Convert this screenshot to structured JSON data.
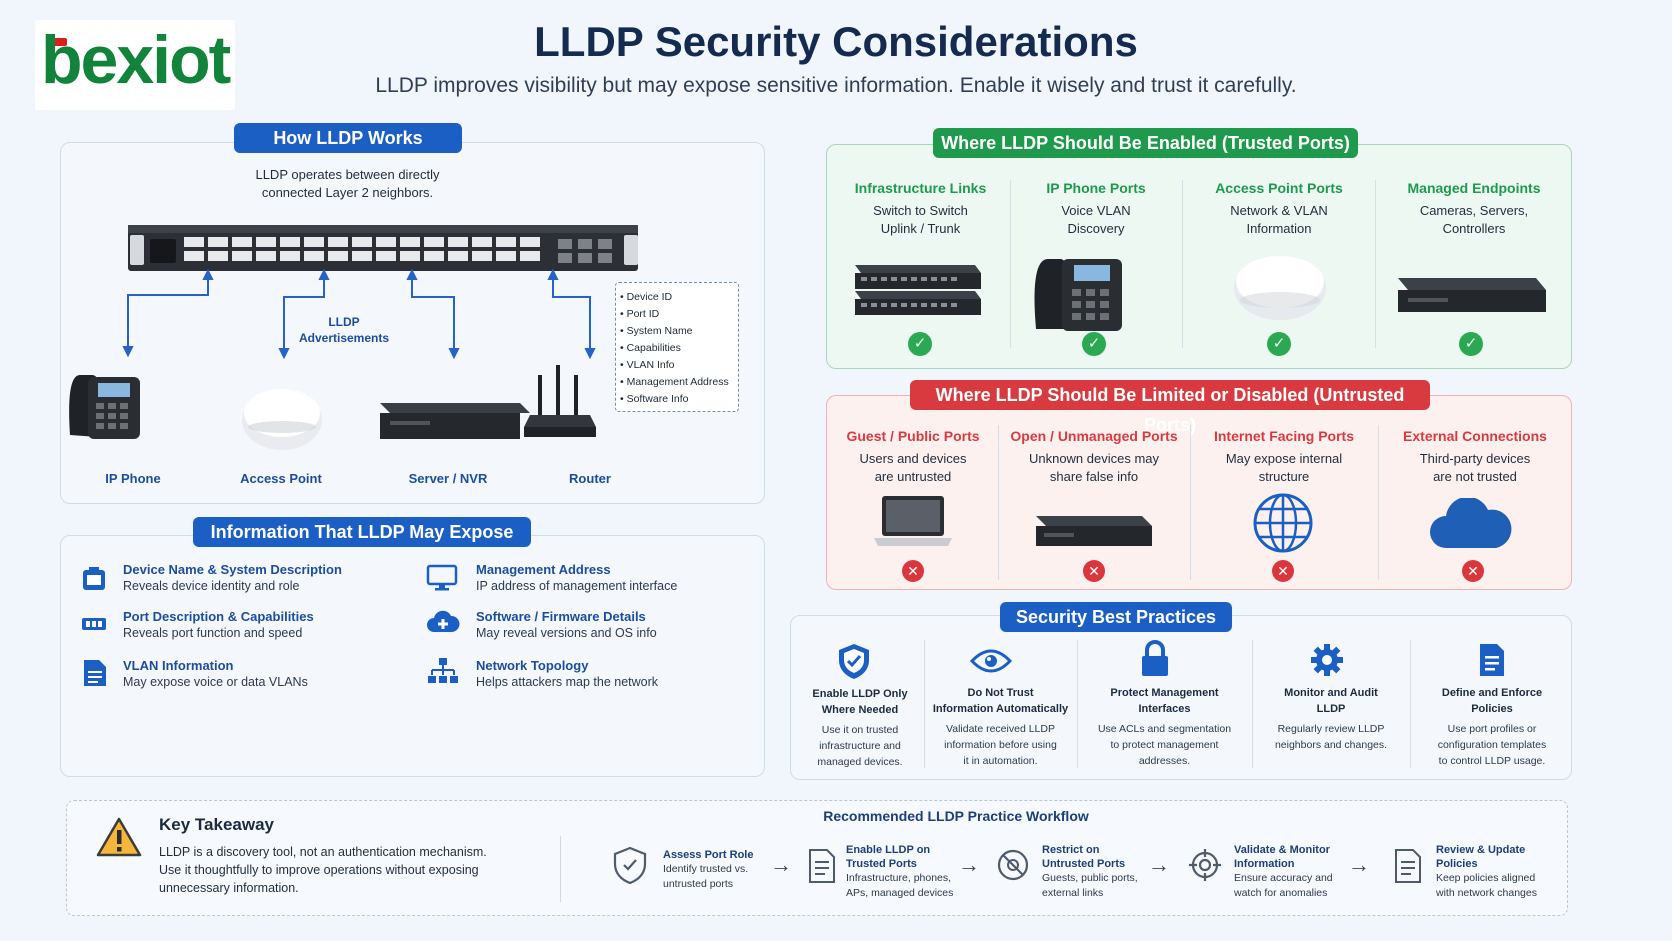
{
  "header": {
    "logo_text": "bexiot",
    "title": "LLDP Security Considerations",
    "subtitle": "LLDP improves visibility but may expose sensitive information. Enable it wisely and trust it carefully."
  },
  "how": {
    "heading": "How LLDP Works",
    "description_line1": "LLDP operates between directly",
    "description_line2": "connected Layer 2 neighbors.",
    "adv_line1": "LLDP",
    "adv_line2": "Advertisements",
    "attributes": [
      "Device ID",
      "Port ID",
      "System Name",
      "Capabilities",
      "VLAN Info",
      "Management Address",
      "Software Info"
    ],
    "devices": [
      "IP Phone",
      "Access Point",
      "Server / NVR",
      "Router"
    ]
  },
  "trusted": {
    "heading": "Where LLDP Should Be Enabled (Trusted Ports)",
    "columns": [
      {
        "title": "Infrastructure Links",
        "line1": "Switch to Switch",
        "line2": "Uplink / Trunk"
      },
      {
        "title": "IP Phone Ports",
        "line1": "Voice VLAN",
        "line2": "Discovery"
      },
      {
        "title": "Access Point Ports",
        "line1": "Network & VLAN",
        "line2": "Information"
      },
      {
        "title": "Managed Endpoints",
        "line1": "Cameras, Servers,",
        "line2": "Controllers"
      }
    ]
  },
  "untrusted": {
    "heading": "Where LLDP Should Be Limited or Disabled (Untrusted Ports)",
    "columns": [
      {
        "title": "Guest / Public Ports",
        "line1": "Users and devices",
        "line2": "are untrusted"
      },
      {
        "title": "Open / Unmanaged Ports",
        "line1": "Unknown devices may",
        "line2": "share false info"
      },
      {
        "title": "Internet Facing Ports",
        "line1": "May expose internal",
        "line2": "structure"
      },
      {
        "title": "External Connections",
        "line1": "Third-party devices",
        "line2": "are not trusted"
      }
    ]
  },
  "expose": {
    "heading": "Information That LLDP May Expose",
    "items": [
      {
        "title": "Device Name & System Description",
        "desc": "Reveals device identity and role"
      },
      {
        "title": "Port Description & Capabilities",
        "desc": "Reveals port function and speed"
      },
      {
        "title": "VLAN Information",
        "desc": "May expose voice or data VLANs"
      },
      {
        "title": "Management Address",
        "desc": "IP address of management interface"
      },
      {
        "title": "Software / Firmware Details",
        "desc": "May reveal versions and OS info"
      },
      {
        "title": "Network Topology",
        "desc": "Helps attackers map the network"
      }
    ]
  },
  "practices": {
    "heading": "Security Best Practices",
    "items": [
      {
        "t1": "Enable LLDP Only",
        "t2": "Where Needed",
        "d1": "Use it on trusted",
        "d2": "infrastructure and",
        "d3": "managed devices."
      },
      {
        "t1": "Do Not Trust",
        "t2": "Information Automatically",
        "d1": "Validate received LLDP",
        "d2": "information before using",
        "d3": "it in automation."
      },
      {
        "t1": "Protect Management",
        "t2": "Interfaces",
        "d1": "Use ACLs and segmentation",
        "d2": "to protect management",
        "d3": "addresses."
      },
      {
        "t1": "Monitor and Audit",
        "t2": "LLDP",
        "d1": "Regularly review LLDP",
        "d2": "neighbors and changes.",
        "d3": ""
      },
      {
        "t1": "Define and Enforce",
        "t2": "Policies",
        "d1": "Use port profiles or",
        "d2": "configuration templates",
        "d3": "to control LLDP usage."
      }
    ]
  },
  "takeaway": {
    "heading": "Key Takeaway",
    "line1": "LLDP is a discovery tool, not an authentication mechanism.",
    "line2": "Use it thoughtfully to improve operations without exposing",
    "line3": "unnecessary information."
  },
  "workflow": {
    "heading": "Recommended LLDP Practice Workflow",
    "steps": [
      {
        "t1": "Assess Port Role",
        "t2": "",
        "d1": "Identify trusted vs.",
        "d2": "untrusted ports"
      },
      {
        "t1": "Enable LLDP on",
        "t2": "Trusted Ports",
        "d1": "Infrastructure, phones,",
        "d2": "APs, managed devices"
      },
      {
        "t1": "Restrict on",
        "t2": "Untrusted Ports",
        "d1": "Guests, public ports,",
        "d2": "external links"
      },
      {
        "t1": "Validate & Monitor",
        "t2": "Information",
        "d1": "Ensure accuracy and",
        "d2": "watch for anomalies"
      },
      {
        "t1": "Review & Update",
        "t2": "Policies",
        "d1": "Keep policies aligned",
        "d2": "with network changes"
      }
    ]
  },
  "colors": {
    "blue": "#1c5fc4",
    "green": "#1f9a4d",
    "red": "#d93a3f",
    "title": "#142a4f"
  }
}
